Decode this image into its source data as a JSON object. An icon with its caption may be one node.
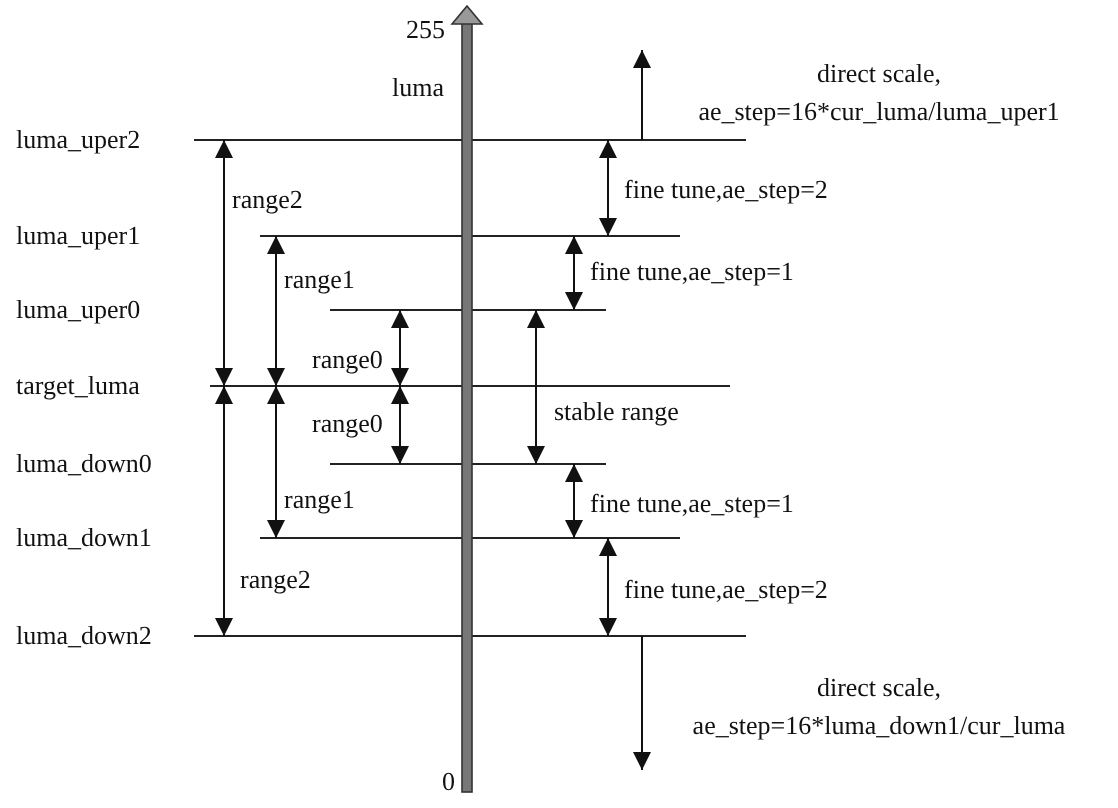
{
  "diagram": {
    "labels": [
      "255",
      "luma",
      "direct scale, ae_step=16*cur_luma/luma_uper1",
      "luma_uper2",
      "range2",
      "fine tune,ae_step=2",
      "luma_uper1",
      "range1",
      "fine tune,ae_step=1",
      "luma_uper0",
      "range0",
      "stable range",
      "target_luma",
      "range0",
      "luma_down0",
      "range1",
      "fine tune,ae_step=1",
      "luma_down1",
      "range2",
      "fine tune,ae_step=2",
      "luma_down2",
      "direct scale, ae_step=16*luma_down1/cur_luma",
      "0"
    ]
  }
}
